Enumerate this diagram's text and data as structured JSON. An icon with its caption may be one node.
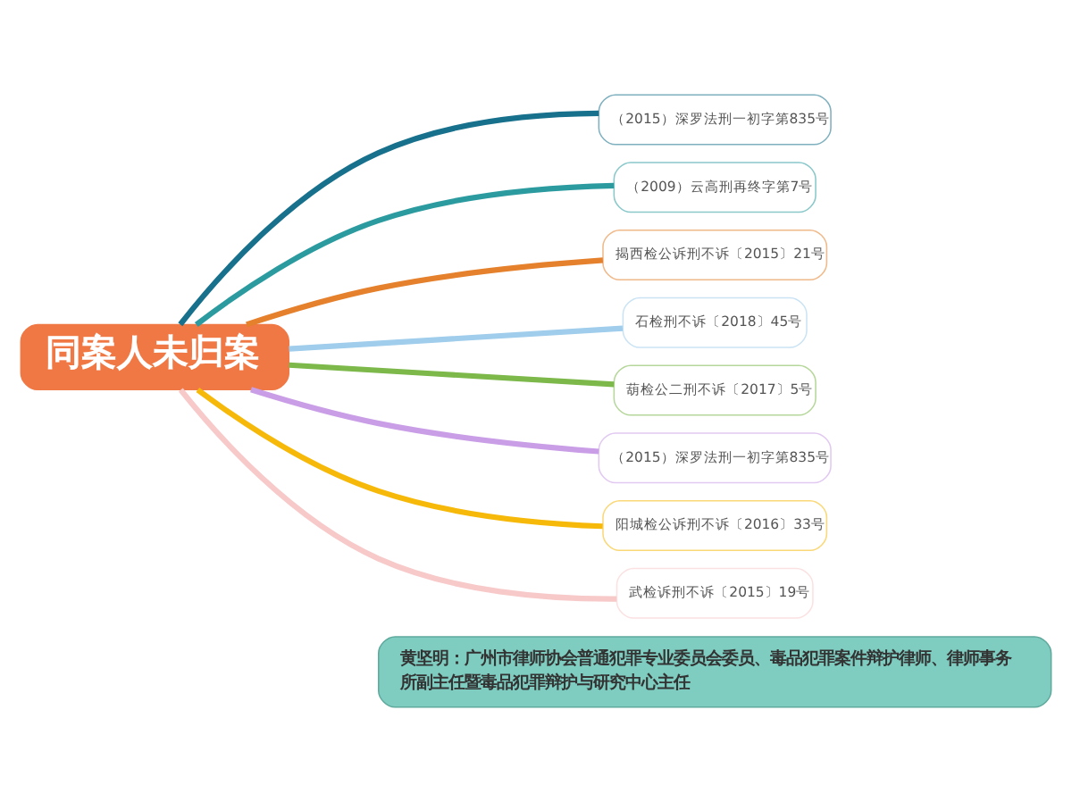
{
  "diagram": {
    "nodes": [
      {
        "text": [
          "同案人未归案"
        ]
      },
      {
        "text": [
          "（2015）深罗法刑一初字第835号"
        ]
      },
      {
        "text": [
          "（2009）云高刑再终字第7号"
        ]
      },
      {
        "text": [
          "揭西检公诉刑不诉〔2015〕21号"
        ]
      },
      {
        "text": [
          "石检刑不诉〔2018〕45号"
        ]
      },
      {
        "text": [
          "葫检公二刑不诉〔2017〕5号"
        ]
      },
      {
        "text": [
          "（2015）深罗法刑一初字第835号"
        ]
      },
      {
        "text": [
          "阳城检公诉刑不诉〔2016〕33号"
        ]
      },
      {
        "text": [
          "武检诉刑不诉〔2015〕19号"
        ]
      },
      {
        "text": [
          "黄坚明：广州市律师协会普通犯罪专业委员会委员、毒品犯罪案件辩护律师、律师事务所副主任暨毒品犯罪辩护与研究中心主任"
        ]
      }
    ],
    "edges": [
      {
        "from": 0,
        "to": 1,
        "arrow": "none",
        "color": "#17708c"
      },
      {
        "from": 0,
        "to": 2,
        "arrow": "none",
        "color": "#2b9ba0"
      },
      {
        "from": 0,
        "to": 3,
        "arrow": "none",
        "color": "#e5802c"
      },
      {
        "from": 0,
        "to": 4,
        "arrow": "none",
        "color": "#9fcdeb"
      },
      {
        "from": 0,
        "to": 5,
        "arrow": "none",
        "color": "#7cb84a"
      },
      {
        "from": 0,
        "to": 6,
        "arrow": "none",
        "color": "#c99ee6"
      },
      {
        "from": 0,
        "to": 7,
        "arrow": "none",
        "color": "#f6b90a"
      },
      {
        "from": 0,
        "to": 8,
        "arrow": "none",
        "color": "#f8c9c9"
      }
    ]
  }
}
